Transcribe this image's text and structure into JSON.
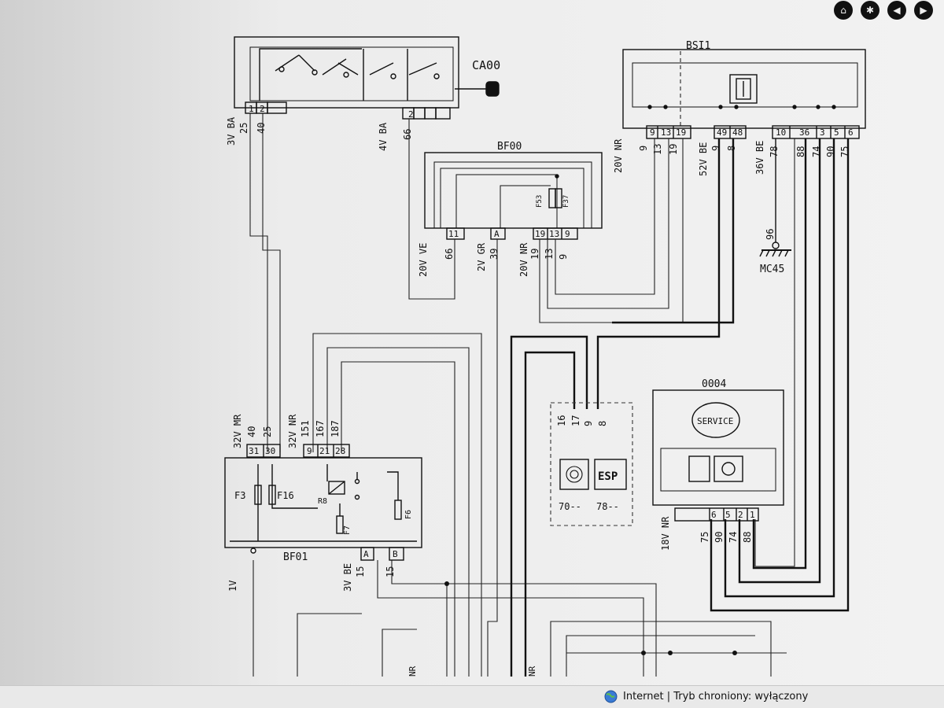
{
  "window": {
    "status_text": "Internet | Tryb chroniony: wyłączony",
    "toolbar_buttons": [
      "home-icon",
      "settings-icon",
      "back-icon",
      "forward-icon"
    ]
  },
  "components": {
    "ca00": {
      "name": "CA00",
      "pins": [
        "1",
        "2",
        "2"
      ]
    },
    "bsi1": {
      "name": "BSI1",
      "pins": [
        "9",
        "13",
        "19",
        "49",
        "48",
        "10",
        "36",
        "3",
        "5",
        "6"
      ]
    },
    "bf00": {
      "name": "BF00",
      "pins": [
        "11",
        "A",
        "19",
        "13",
        "9"
      ],
      "fuses": [
        "F53",
        "F37"
      ]
    },
    "bf01": {
      "name": "BF01",
      "pins_top": [
        "31",
        "30",
        "9",
        "21",
        "28"
      ],
      "pins_bottom": [
        "A",
        "B"
      ],
      "fuses": [
        "F3",
        "F16",
        "F7",
        "F6"
      ],
      "relay": "R8"
    },
    "mc45": {
      "name": "MC45",
      "wire": "96"
    },
    "esp_unit": {
      "pins": [
        "16",
        "17",
        "9",
        "8"
      ],
      "label": "ESP",
      "codes": [
        "70--",
        "78--"
      ]
    },
    "i0004": {
      "name": "0004",
      "service_label": "SERVICE",
      "pins": [
        "6",
        "5",
        "2",
        "1"
      ]
    }
  },
  "connectors": {
    "ca00_left": {
      "label": "3V BA",
      "wires": [
        "25",
        "40"
      ]
    },
    "ca00_right": {
      "label": "4V BA",
      "wires": [
        "66"
      ]
    },
    "bsi1_a": {
      "label": "20V NR",
      "wires": [
        "9",
        "13",
        "19"
      ]
    },
    "bsi1_b": {
      "label": "52V BE",
      "wires": [
        "9",
        "8"
      ]
    },
    "bsi1_c": {
      "label": "36V BE",
      "wires": [
        "78",
        "88",
        "74",
        "90",
        "75"
      ]
    },
    "bf00_a": {
      "label": "20V VE",
      "wires": [
        "66"
      ]
    },
    "bf00_b": {
      "label": "2V GR",
      "wires": [
        "39"
      ]
    },
    "bf00_c": {
      "label": "20V NR",
      "wires": [
        "19",
        "13",
        "9"
      ]
    },
    "bf01_a": {
      "label": "32V MR",
      "wires": [
        "40",
        "25"
      ]
    },
    "bf01_b": {
      "label": "32V NR",
      "wires": [
        "151",
        "167",
        "187"
      ]
    },
    "bf01_ground": {
      "label": "1V"
    },
    "bf01_bottom": {
      "label": "3V BE",
      "wires": [
        "15",
        "15"
      ]
    },
    "i0004_conn": {
      "label": "18V NR",
      "wires": [
        "75",
        "90",
        "74",
        "88"
      ]
    },
    "bottom_nr_1": {
      "label": "NR"
    },
    "bottom_nr_2": {
      "label": "NR"
    }
  }
}
